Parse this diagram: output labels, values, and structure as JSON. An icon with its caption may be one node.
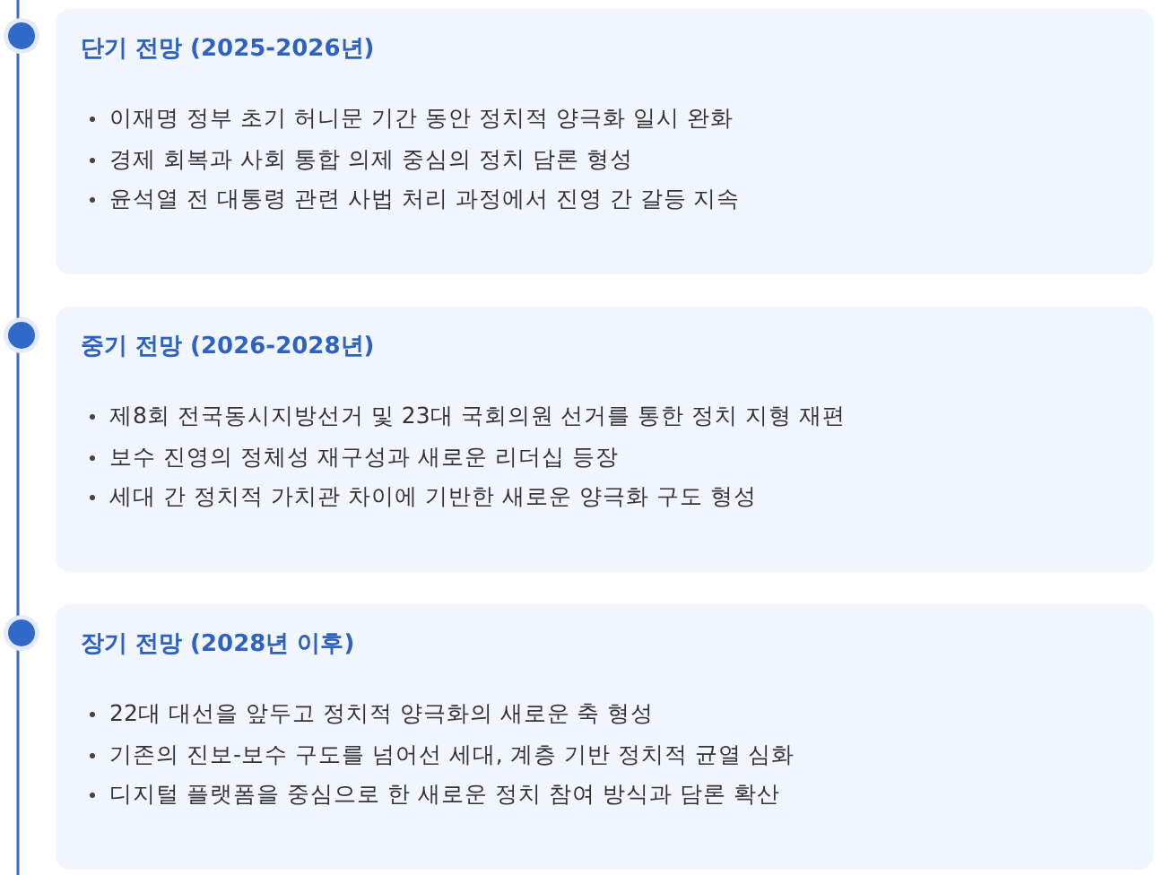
{
  "diagram": {
    "nodes": [
      {
        "text": [],
        "shape": "circle"
      },
      {
        "text": [
          "단기 전망 (2025-2026년)",
          "이재명 정부 초기 허니문 기간 동안 정치적 양극화 일시 완화",
          "경제 회복과 사회 통합 의제 중심의 정치 담론 형성",
          "윤석열 전 대통령 관련 사법 처리 과정에서 진영 간 갈등 지속"
        ]
      },
      {
        "text": [],
        "shape": "circle"
      },
      {
        "text": [
          "중기 전망 (2026-2028년)",
          "제8회 전국동시지방선거 및 23대 국회의원 선거를 통한 정치 지형 재편",
          "보수 진영의 정체성 재구성과 새로운 리더십 등장",
          "세대 간 정치적 가치관 차이에 기반한 새로운 양극화 구도 형성"
        ]
      },
      {
        "text": [],
        "shape": "circle"
      },
      {
        "text": [
          "장기 전망 (2028년 이후)",
          "22대 대선을 앞두고 정치적 양극화의 새로운 축 형성",
          "기존의 진보-보수 구도를 넘어선 세대, 계층 기반 정치적 균열 심화",
          "디지털 플랫폼을 중심으로 한 새로운 정치 참여 방식과 담론 확산"
        ]
      }
    ],
    "edges": [
      {
        "from": null,
        "to": 0,
        "arrow": "none"
      },
      {
        "from": 0,
        "to": 2,
        "arrow": "none"
      },
      {
        "from": 2,
        "to": 4,
        "arrow": "none"
      },
      {
        "from": 4,
        "to": null,
        "arrow": "none"
      }
    ]
  }
}
